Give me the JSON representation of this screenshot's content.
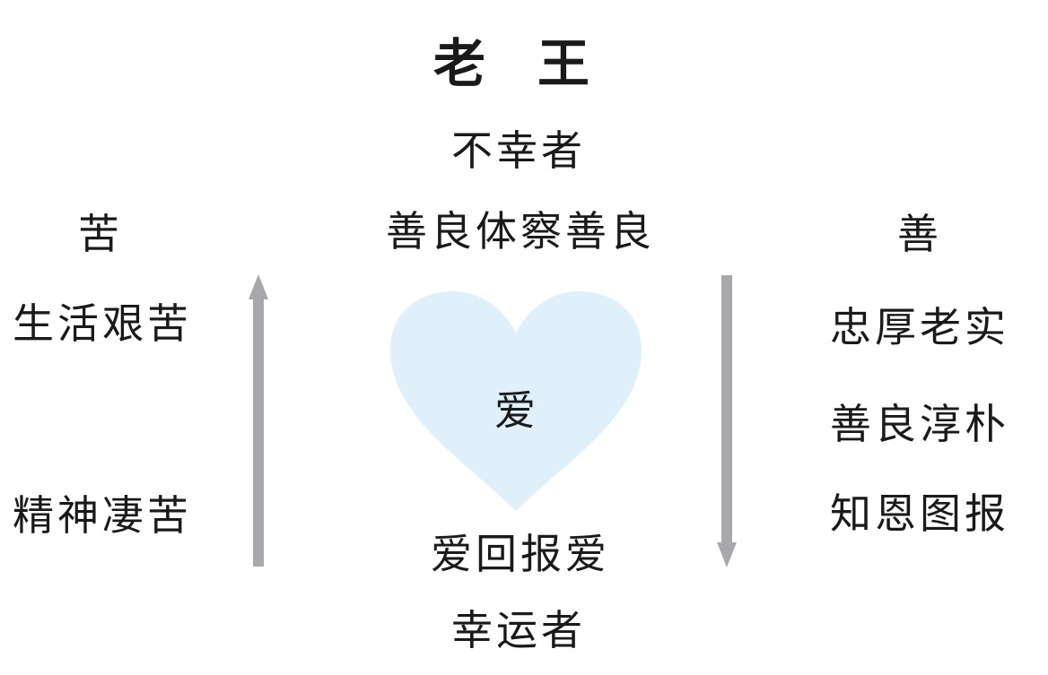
{
  "title": "老　王",
  "center": {
    "top_role": "不幸者",
    "top_phrase": "善良体察善良",
    "heart_label": "爱",
    "bottom_phrase": "爱回报爱",
    "bottom_role": "幸运者"
  },
  "left": {
    "heading": "苦",
    "items": [
      "生活艰苦",
      "精神凄苦"
    ]
  },
  "right": {
    "heading": "善",
    "items": [
      "忠厚老实",
      "善良淳朴",
      "知恩图报"
    ]
  },
  "colors": {
    "heart": "#dff0fb",
    "arrow": "#a8a8ac"
  },
  "icons": {
    "left_arrow": "arrow-up-icon",
    "right_arrow": "arrow-down-icon",
    "heart": "heart-icon"
  }
}
